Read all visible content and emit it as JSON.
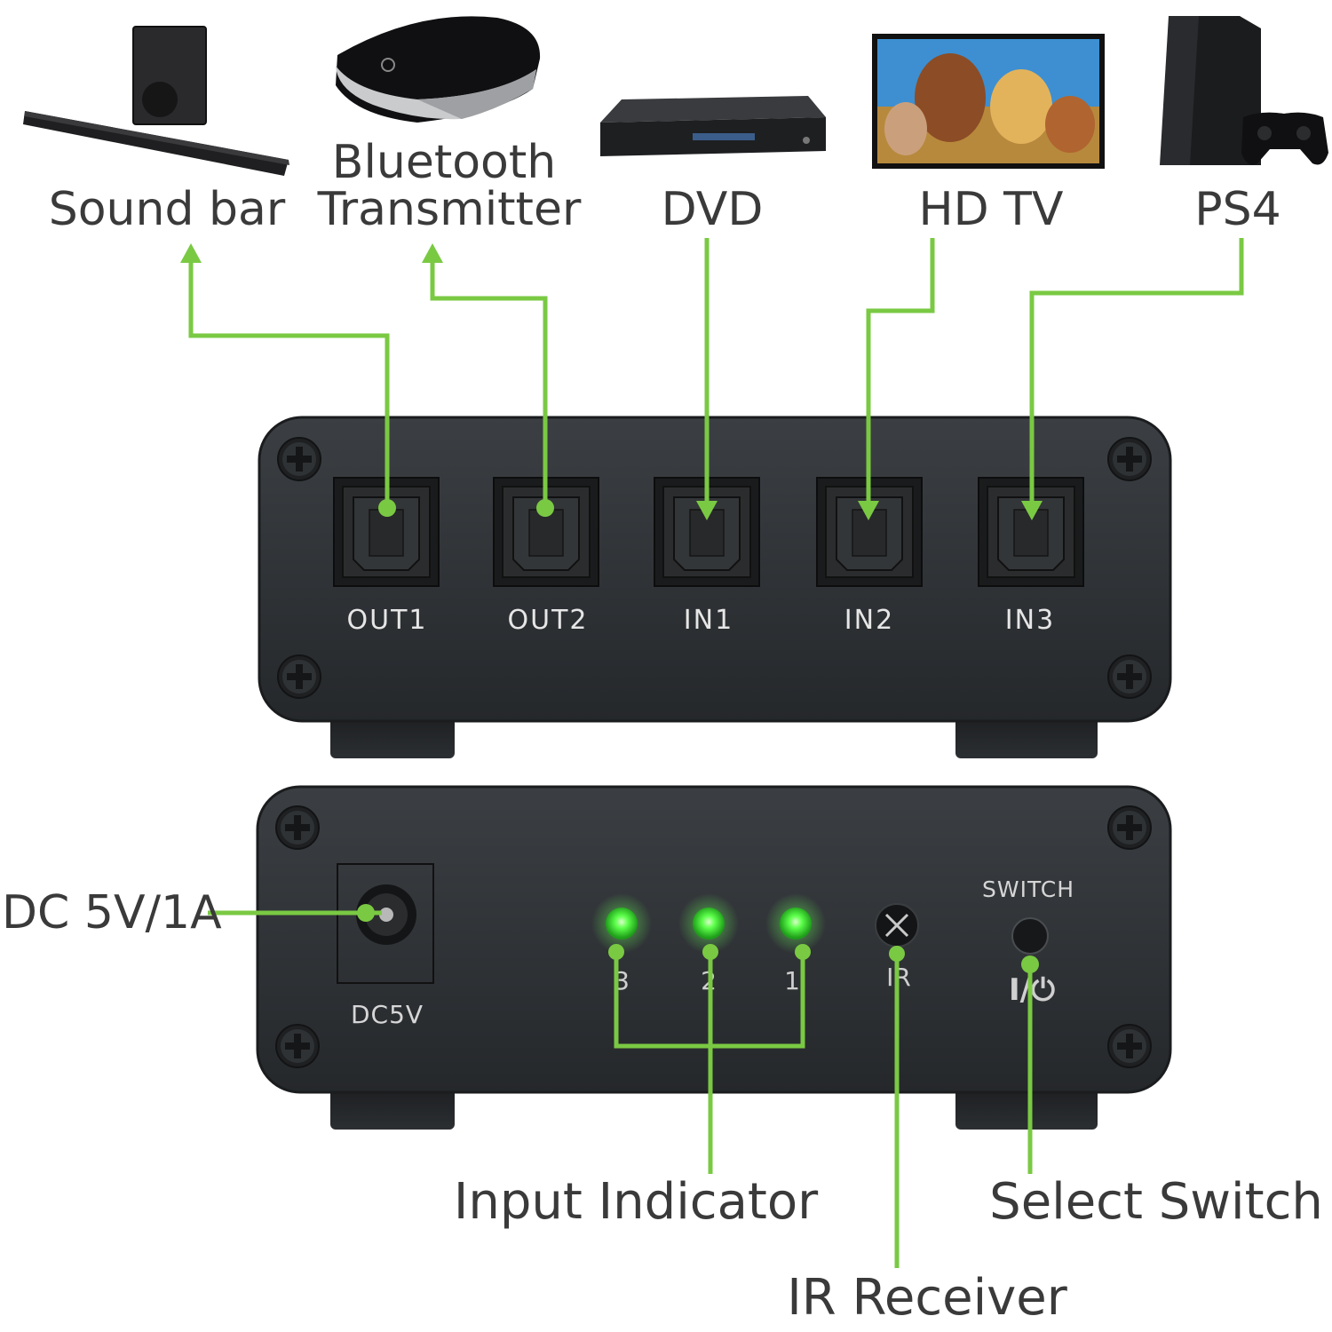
{
  "devices": {
    "soundbar": "Sound bar",
    "bt_line1": "Bluetooth",
    "bt_line2": "Transmitter",
    "dvd": "DVD",
    "hdtv": "HD TV",
    "ps4": "PS4"
  },
  "front_panel": {
    "ports": [
      "OUT1",
      "OUT2",
      "IN1",
      "IN2",
      "IN3"
    ]
  },
  "rear_panel": {
    "dc_label": "DC5V",
    "led_numbers": [
      "3",
      "2",
      "1"
    ],
    "ir_label": "IR",
    "switch_label": "SWITCH",
    "power_symbol": "I/⏻"
  },
  "callouts": {
    "dc_input": "DC 5V/1A",
    "input_indicator": "Input Indicator",
    "select_switch": "Select Switch",
    "ir_receiver": "IR Receiver"
  },
  "colors": {
    "accent_green": "#7ac943",
    "box_dark": "#2d3033",
    "led_green": "#39ff3c"
  }
}
